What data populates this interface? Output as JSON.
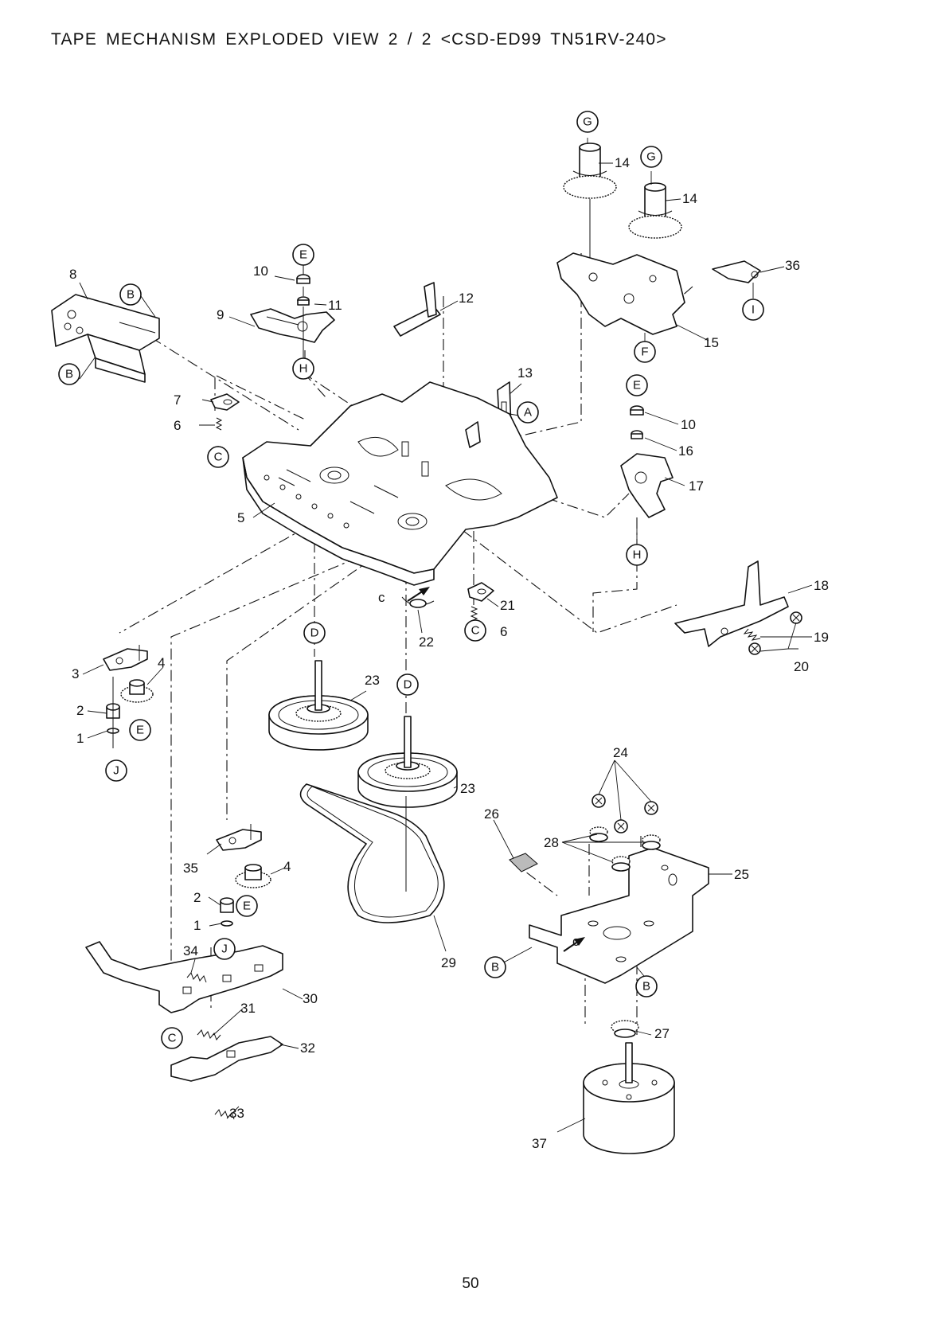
{
  "title": "TAPE MECHANISM EXPLODED VIEW 2 / 2 <CSD-ED99 TN51RV-240>",
  "page_number": "50",
  "part_numbers": {
    "p1a": "1",
    "p1b": "1",
    "p2a": "2",
    "p2b": "2",
    "p3": "3",
    "p4a": "4",
    "p4b": "4",
    "p5": "5",
    "p6a": "6",
    "p6b": "6",
    "p7": "7",
    "p8": "8",
    "p9": "9",
    "p10a": "10",
    "p10b": "10",
    "p11": "11",
    "p12": "12",
    "p13": "13",
    "p14a": "14",
    "p14b": "14",
    "p15": "15",
    "p16": "16",
    "p17": "17",
    "p18": "18",
    "p19": "19",
    "p20": "20",
    "p21": "21",
    "p22": "22",
    "p23a": "23",
    "p23b": "23",
    "p24": "24",
    "p25": "25",
    "p26": "26",
    "p27": "27",
    "p28": "28",
    "p29": "29",
    "p30": "30",
    "p31": "31",
    "p32": "32",
    "p33": "33",
    "p34": "34",
    "p35": "35",
    "p36": "36",
    "p37": "37"
  },
  "ref_markers": {
    "A": "A",
    "B": "B",
    "C": "C",
    "D": "D",
    "E": "E",
    "F": "F",
    "G": "G",
    "H": "H",
    "I": "I",
    "J": "J"
  },
  "arrow_labels": {
    "c": "c"
  }
}
